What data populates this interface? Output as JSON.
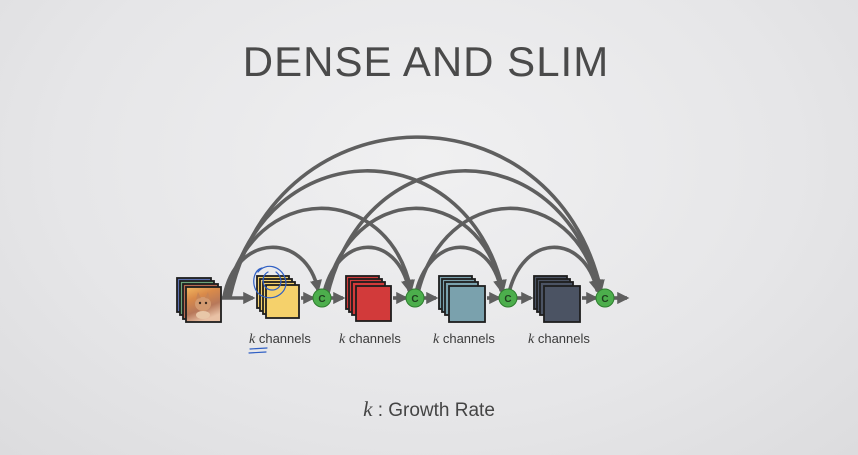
{
  "title": "DENSE AND SLIM",
  "concat_symbol": "C",
  "feature_maps": [
    {
      "label_var": "k",
      "label_text": "channels",
      "color": "#f5d16b"
    },
    {
      "label_var": "k",
      "label_text": "channels",
      "color": "#d23a3a"
    },
    {
      "label_var": "k",
      "label_text": "channels",
      "color": "#7aa1ad"
    },
    {
      "label_var": "k",
      "label_text": "channels",
      "color": "#4b5363"
    }
  ],
  "caption": {
    "var": "k",
    "text": ": Growth Rate"
  },
  "colors": {
    "arrow": "#5f5f5f",
    "concat_node": "#4cae4c",
    "annotation": "#2f5fc4"
  }
}
